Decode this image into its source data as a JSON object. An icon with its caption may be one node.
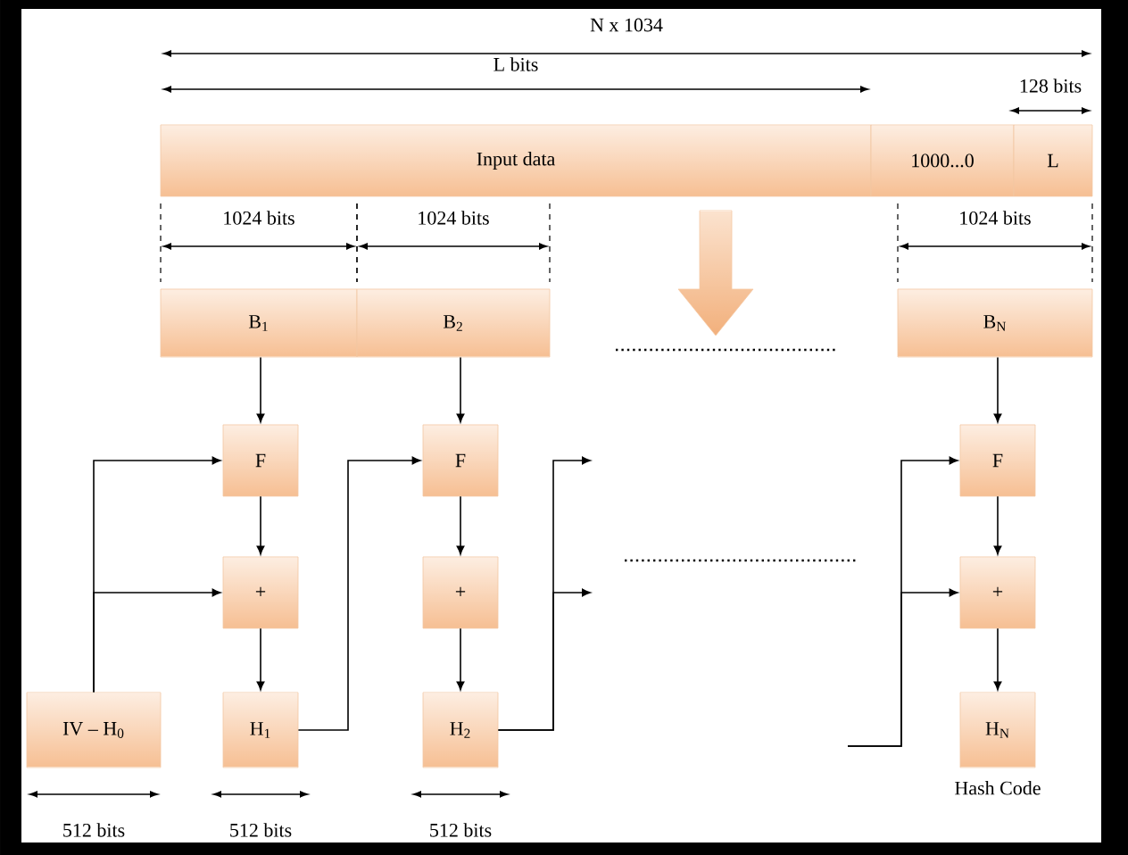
{
  "diagram": {
    "nodes": [
      {
        "text": [
          "Input data"
        ]
      },
      {
        "text": [
          "1000...0"
        ]
      },
      {
        "text": [
          "L"
        ]
      },
      {
        "text": [
          "B$_{1}$"
        ]
      },
      {
        "text": [
          "B$_{2}$"
        ]
      },
      {
        "text": [
          "B$_{N}$"
        ]
      },
      {
        "text": [
          "F"
        ]
      },
      {
        "text": [
          "+"
        ]
      },
      {
        "text": [
          "H$_{1}$"
        ]
      },
      {
        "text": [
          "IV – H$_{0}$"
        ]
      },
      {
        "text": [
          "F"
        ]
      },
      {
        "text": [
          "+"
        ]
      },
      {
        "text": [
          "H$_{2}$"
        ]
      },
      {
        "text": [
          "F"
        ]
      },
      {
        "text": [
          "+"
        ]
      },
      {
        "text": [
          "H$_{N}$"
        ],
        "beside": [
          "Hash Code"
        ]
      }
    ],
    "edges": [
      {
        "from": 3,
        "to": 6,
        "arrow": "to"
      },
      {
        "from": 6,
        "to": 7,
        "arrow": "to"
      },
      {
        "from": 7,
        "to": 8,
        "arrow": "to"
      },
      {
        "from": 9,
        "to": 6,
        "arrow": "to"
      },
      {
        "from": 9,
        "to": 7,
        "arrow": "to"
      },
      {
        "from": 4,
        "to": 10,
        "arrow": "to"
      },
      {
        "from": 10,
        "to": 11,
        "arrow": "to"
      },
      {
        "from": 11,
        "to": 12,
        "arrow": "to"
      },
      {
        "from": 8,
        "to": 10,
        "arrow": "to"
      },
      {
        "from": 12,
        "to": null,
        "arrow": "to"
      },
      {
        "from": 12,
        "to": null,
        "arrow": "to"
      },
      {
        "from": null,
        "to": 13,
        "arrow": "to"
      },
      {
        "from": null,
        "to": 14,
        "arrow": "to"
      },
      {
        "from": 5,
        "to": 13,
        "arrow": "to"
      },
      {
        "from": 13,
        "to": 14,
        "arrow": "to"
      },
      {
        "from": 14,
        "to": 15,
        "arrow": "to"
      }
    ],
    "labels": [
      "N x 1034",
      "L bits",
      "128 bits",
      "1024 bits",
      "1024 bits",
      "1024 bits",
      "512 bits",
      "512 bits",
      "512 bits"
    ]
  }
}
